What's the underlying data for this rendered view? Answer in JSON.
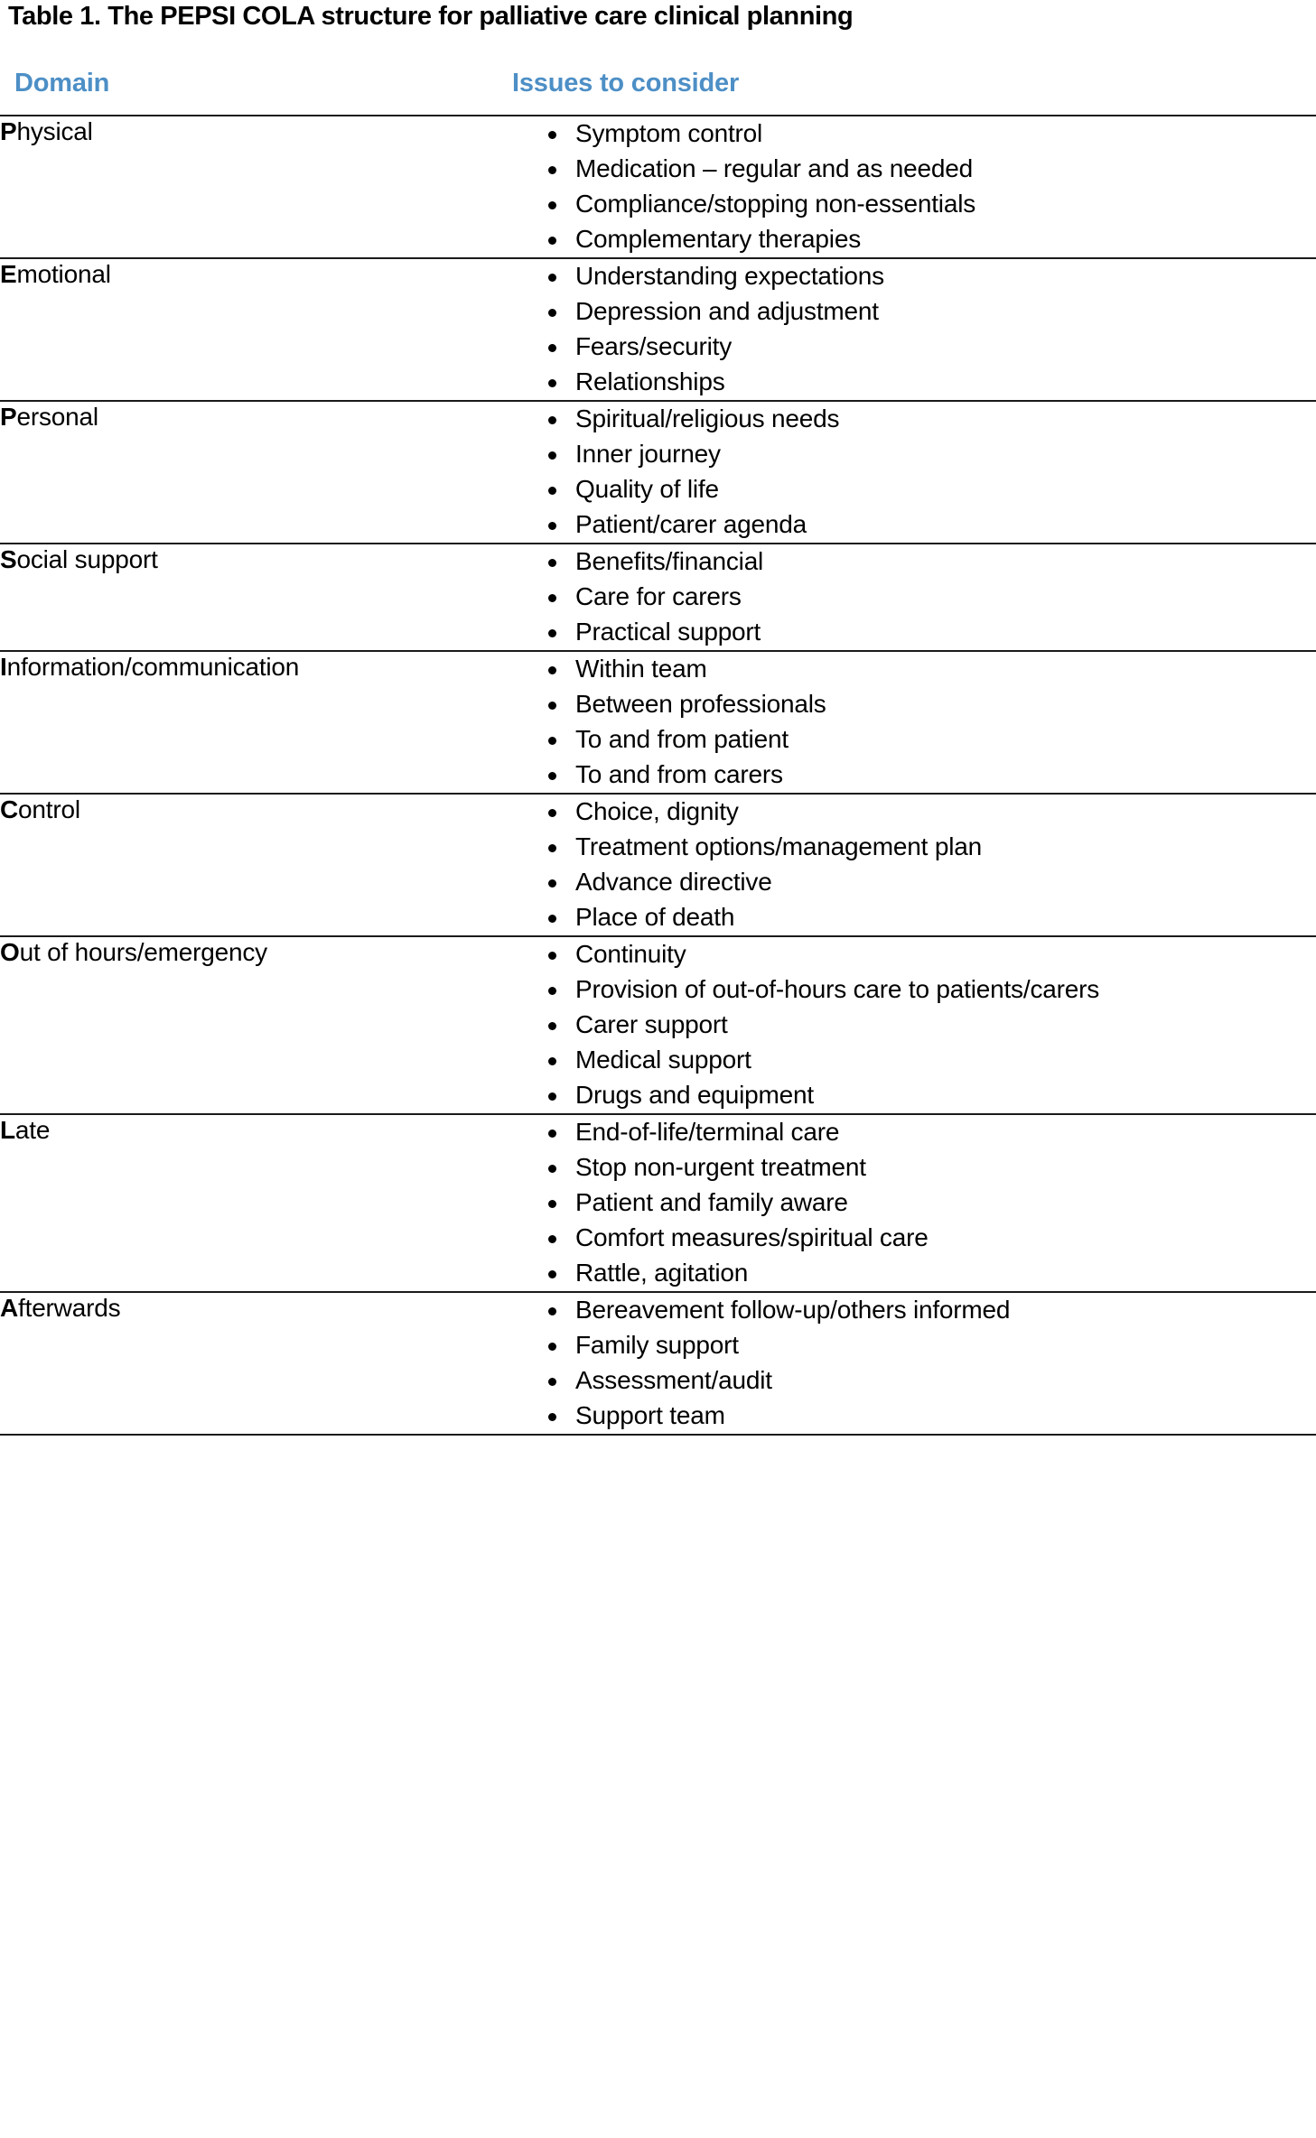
{
  "caption": "Table 1. The PEPSI COLA structure for palliative care clinical planning",
  "colors": {
    "header_blue": "#4d8fc6",
    "rule": "#1a1a1a",
    "text": "#000000",
    "background": "#ffffff"
  },
  "table": {
    "headers": {
      "domain": "Domain",
      "issues": "Issues to consider"
    },
    "rows": [
      {
        "initial": "P",
        "rest": "hysical",
        "domain": "Physical",
        "issues": [
          "Symptom control",
          "Medication – regular and as needed",
          "Compliance/stopping non-essentials",
          "Complementary therapies"
        ]
      },
      {
        "initial": "E",
        "rest": "motional",
        "domain": "Emotional",
        "issues": [
          "Understanding expectations",
          "Depression and adjustment",
          "Fears/security",
          "Relationships"
        ]
      },
      {
        "initial": "P",
        "rest": "ersonal",
        "domain": "Personal",
        "issues": [
          "Spiritual/religious needs",
          "Inner journey",
          "Quality of life",
          "Patient/carer agenda"
        ]
      },
      {
        "initial": "S",
        "rest": "ocial support",
        "domain": "Social support",
        "issues": [
          "Benefits/financial",
          "Care for carers",
          "Practical support"
        ]
      },
      {
        "initial": "I",
        "rest": "nformation/communication",
        "domain": "Information/communication",
        "issues": [
          "Within team",
          "Between professionals",
          "To and from patient",
          "To and from carers"
        ]
      },
      {
        "initial": "C",
        "rest": "ontrol",
        "domain": "Control",
        "issues": [
          "Choice, dignity",
          "Treatment options/management plan",
          "Advance directive",
          "Place of death"
        ]
      },
      {
        "initial": "O",
        "rest": "ut of hours/emergency",
        "domain": "Out of hours/emergency",
        "issues": [
          "Continuity",
          "Provision of out-of-hours care to patients/carers",
          "Carer support",
          "Medical support",
          "Drugs and equipment"
        ]
      },
      {
        "initial": "L",
        "rest": "ate",
        "domain": "Late",
        "issues": [
          "End-of-life/terminal care",
          "Stop non-urgent treatment",
          "Patient and family aware",
          "Comfort measures/spiritual care",
          "Rattle, agitation"
        ]
      },
      {
        "initial": "A",
        "rest": "fterwards",
        "domain": "Afterwards",
        "issues": [
          "Bereavement follow-up/others informed",
          "Family support",
          "Assessment/audit",
          "Support team"
        ]
      }
    ]
  }
}
